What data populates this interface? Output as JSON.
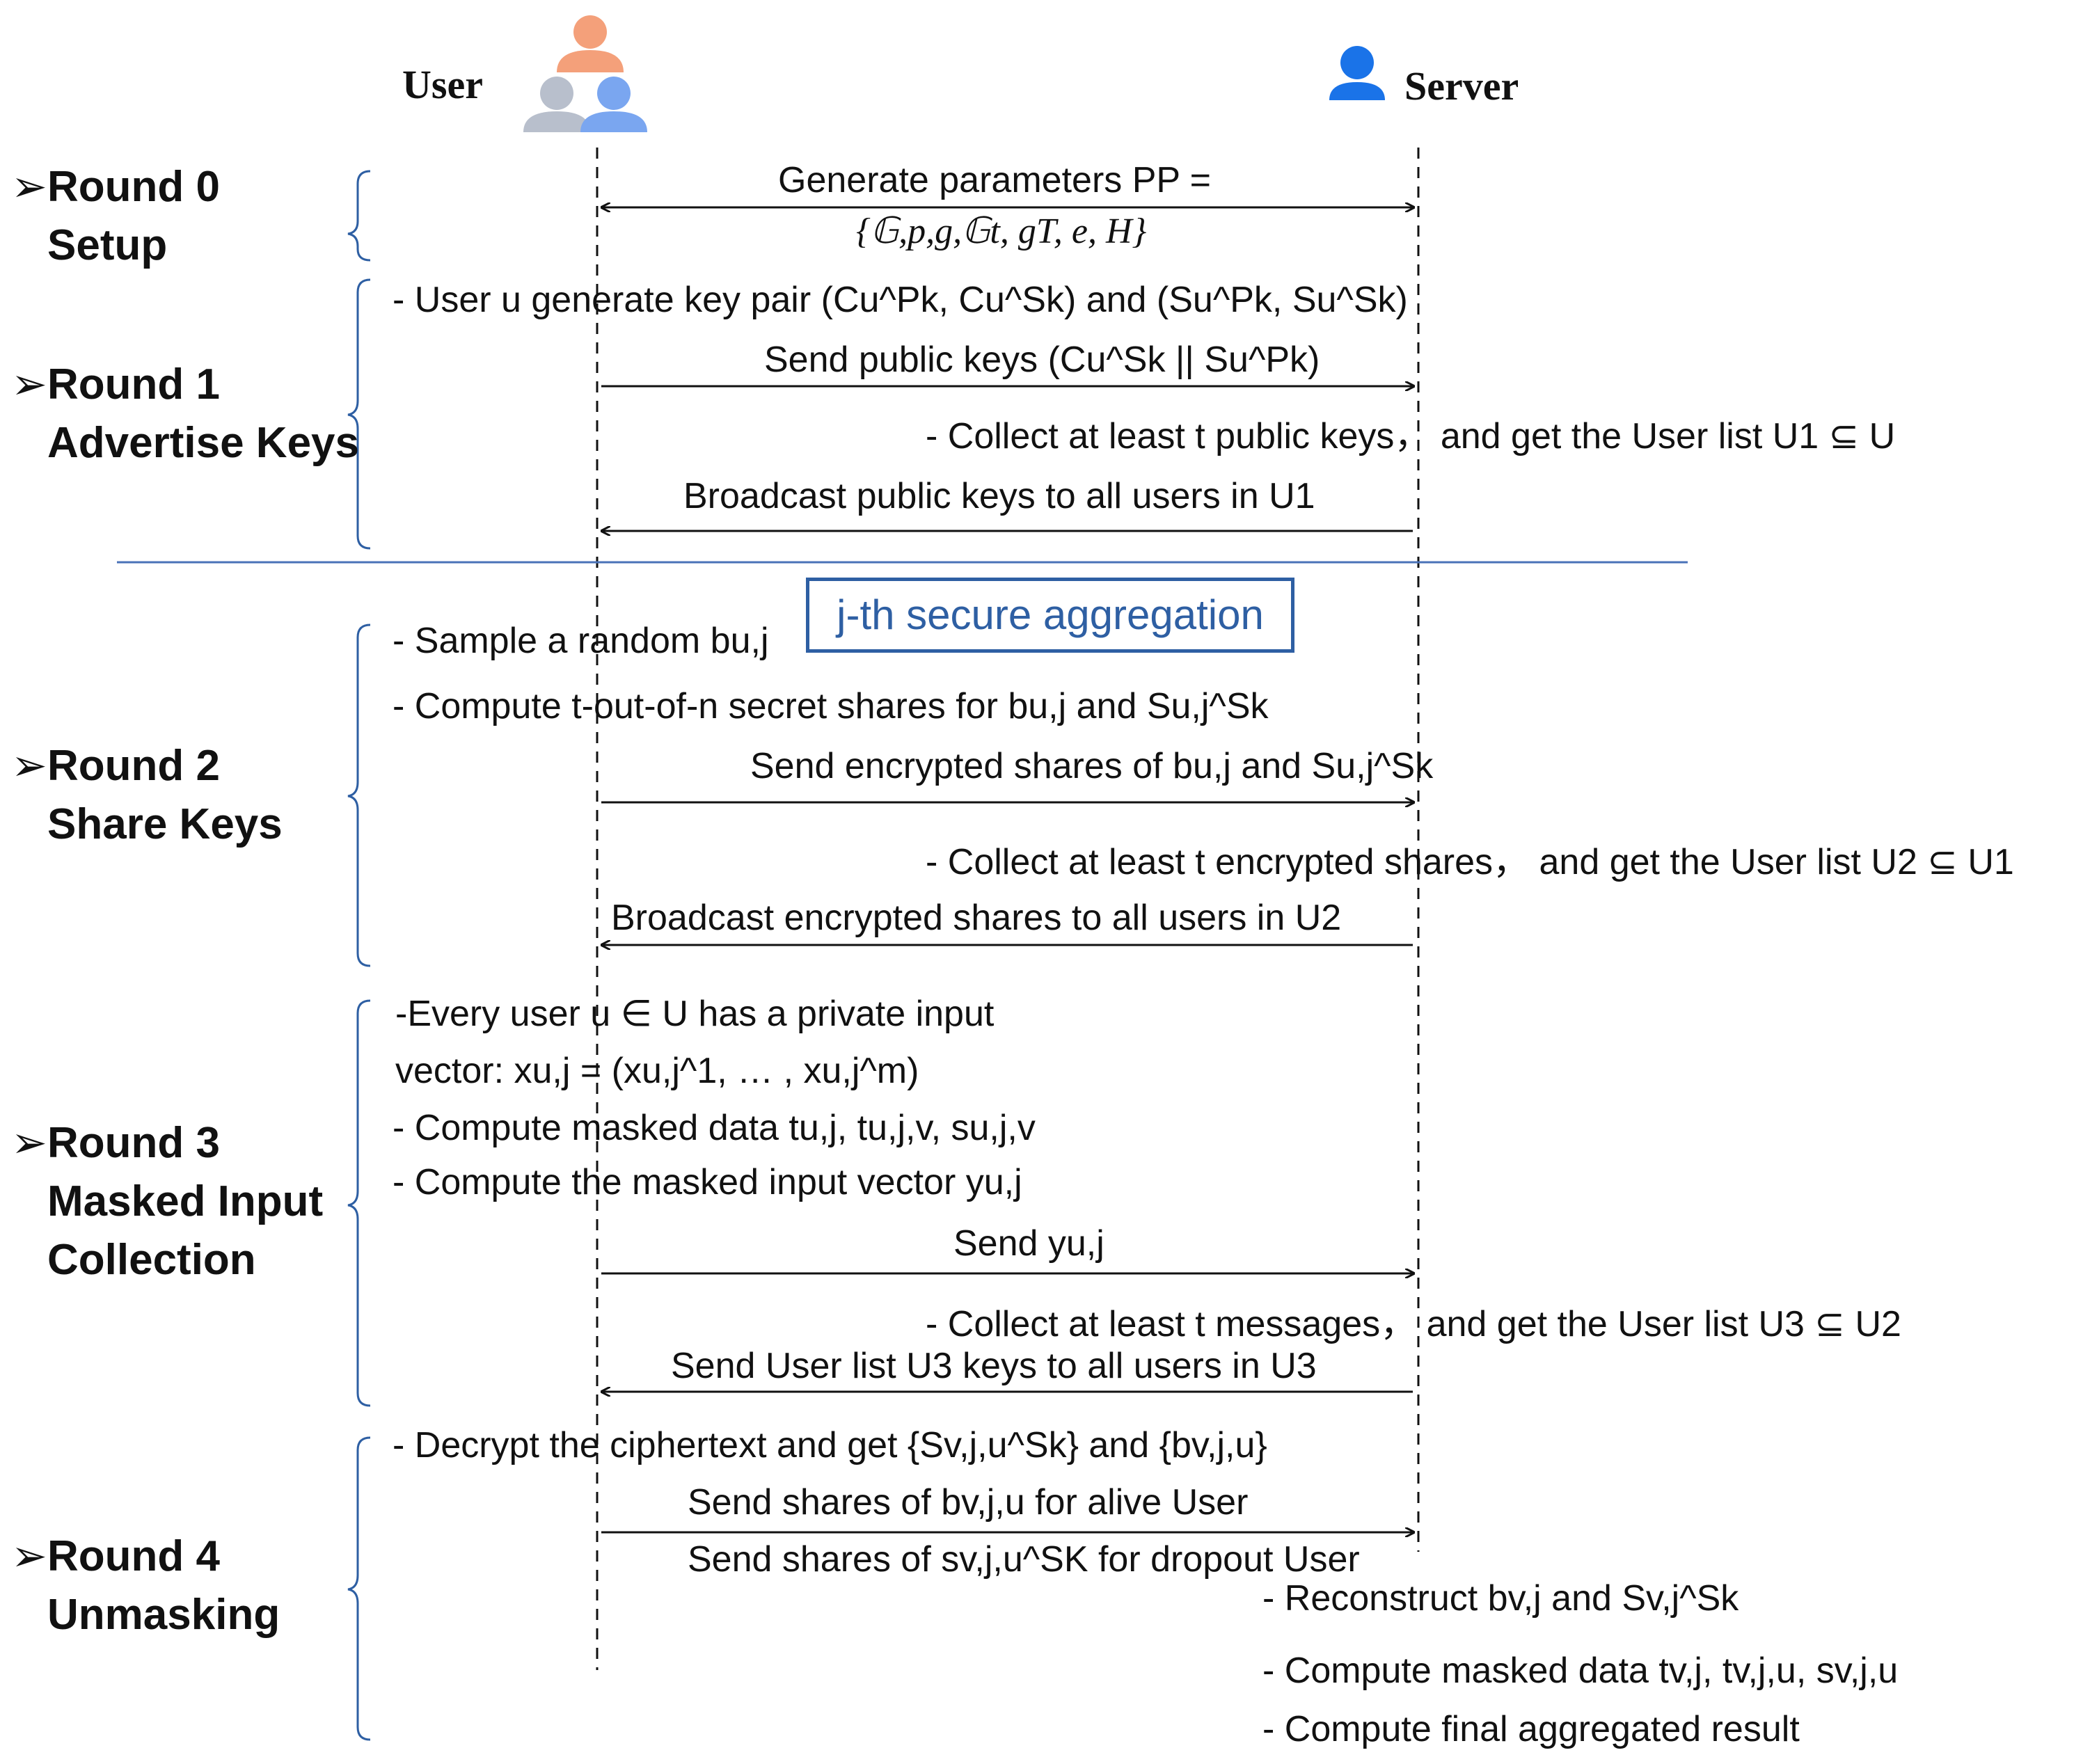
{
  "header": {
    "user_label": "User",
    "server_label": "Server"
  },
  "rounds": [
    {
      "name": "Round 0",
      "sub": "Setup"
    },
    {
      "name": "Round 1",
      "sub": "Advertise Keys"
    },
    {
      "name": "Round 2",
      "sub": "Share Keys"
    },
    {
      "name": "Round 3",
      "sub": "Masked Input",
      "sub2": "Collection"
    },
    {
      "name": "Round 4",
      "sub": "Unmasking"
    }
  ],
  "round_marker": "➢",
  "jth_label": "j-th secure aggregation",
  "messages": {
    "r0_line1": "Generate parameters PP =",
    "r0_line2": "{𝔾,p,g,𝔾t, gT, e, H}",
    "r1_gen": "- User u generate key pair (Cu^Pk, Cu^Sk) and (Su^Pk, Su^Sk)",
    "r1_send": "Send public keys (Cu^Sk || Su^Pk)",
    "r1_collect": "- Collect at least t public keys， and get the User list U1 ⊆ U",
    "r1_broadcast": "Broadcast public keys to all users in U1",
    "r2_sample": "- Sample a random bu,j",
    "r2_compute": "- Compute t-out-of-n secret shares for bu,j and Su,j^Sk",
    "r2_send": "Send encrypted shares of bu,j and Su,j^Sk",
    "r2_collect": "- Collect at least t encrypted shares， and get the User list U2 ⊆ U1",
    "r2_broadcast": "Broadcast encrypted shares to all users in U2",
    "r3_every": "-Every user u ∈ U has a private input",
    "r3_vector": "vector: xu,j = (xu,j^1, … , xu,j^m)",
    "r3_masked": "- Compute masked data tu,j, tu,j,v, su,j,v",
    "r3_input": "- Compute the masked input vector yu,j",
    "r3_send": "Send  yu,j",
    "r3_collect": "- Collect at least t messages，  and get the User list  U3 ⊆ U2",
    "r3_sendlist": "Send User list  U3 keys to all users in  U3",
    "r4_decrypt": "- Decrypt the ciphertext and get {Sv,j,u^Sk} and {bv,j,u}",
    "r4_alive": "Send shares of bv,j,u for alive User",
    "r4_dropout": "Send shares of sv,j,u^SK for dropout User",
    "r4_reconstruct": "- Reconstruct bv,j and Sv,j^Sk",
    "r4_masked": "- Compute masked data tv,j, tv,j,u, sv,j,u",
    "r4_final": "- Compute final aggregated result"
  },
  "colors": {
    "accent_blue": "#2e5fa3",
    "server_icon": "#1a73e8",
    "user_orange": "#f4a07a",
    "user_grey": "#b8bfcc",
    "user_blue": "#7aa6f0",
    "divider": "#4a72b8"
  }
}
